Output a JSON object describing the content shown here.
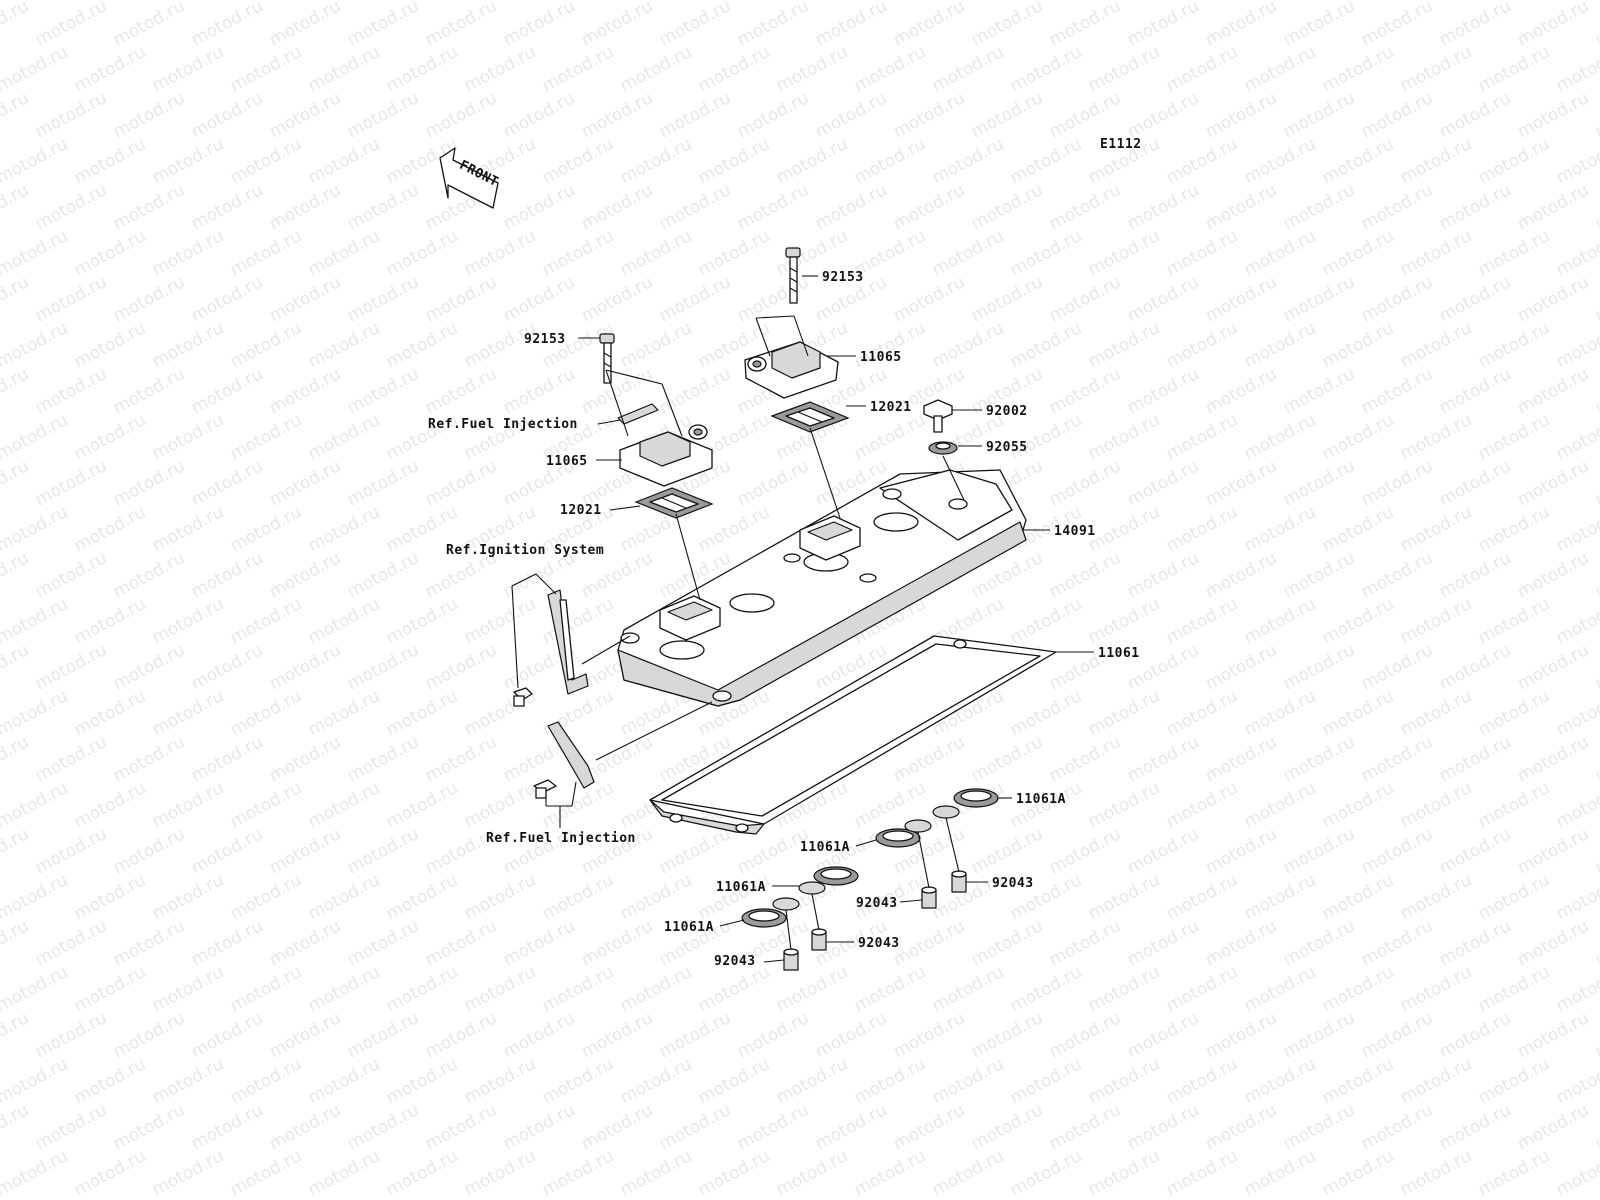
{
  "diagram_code": "E1112",
  "front_marker": "FRONT",
  "watermark_text": "motod.ru",
  "references": {
    "fuel_injection_top": "Ref.Fuel Injection",
    "ignition_system": "Ref.Ignition System",
    "fuel_injection_bottom": "Ref.Fuel Injection"
  },
  "callouts": {
    "bolt_right": "92153",
    "bolt_left": "92153",
    "cover_right": "11065",
    "cover_left": "11065",
    "plate_right": "12021",
    "plate_left": "12021",
    "bolt_92002": "92002",
    "washer_92055": "92055",
    "head_cover": "14091",
    "gasket": "11061",
    "ring_a1": "11061A",
    "ring_a2": "11061A",
    "ring_a3": "11061A",
    "ring_a4": "11061A",
    "collar_1": "92043",
    "collar_2": "92043",
    "collar_3": "92043",
    "collar_4": "92043"
  }
}
